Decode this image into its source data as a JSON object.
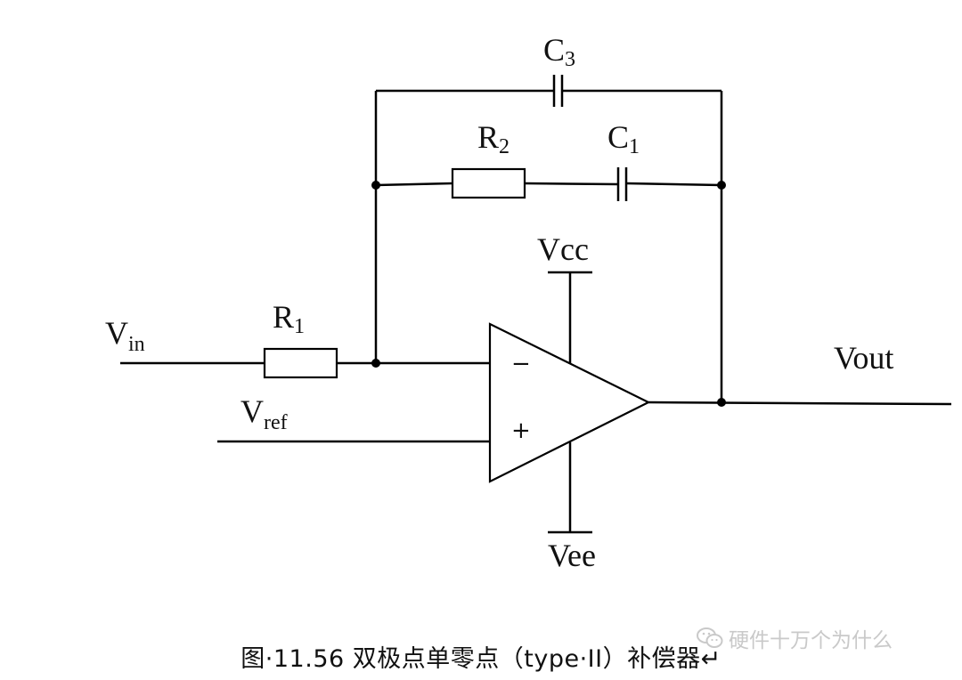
{
  "labels": {
    "c3": {
      "main": "C",
      "sub": "3"
    },
    "r2": {
      "main": "R",
      "sub": "2"
    },
    "c1": {
      "main": "C",
      "sub": "1"
    },
    "r1": {
      "main": "R",
      "sub": "1"
    },
    "vin": {
      "main": "V",
      "sub": "in"
    },
    "vref": {
      "main": "V",
      "sub": "ref"
    },
    "vcc": "Vcc",
    "vee": "Vee",
    "vout": "Vout",
    "minus": "−",
    "plus": "+"
  },
  "caption": "图·11.56 双极点单零点（type·II）补偿器↵",
  "watermark": {
    "text": "硬件十万个为什么",
    "icon": "wechat-icon"
  }
}
